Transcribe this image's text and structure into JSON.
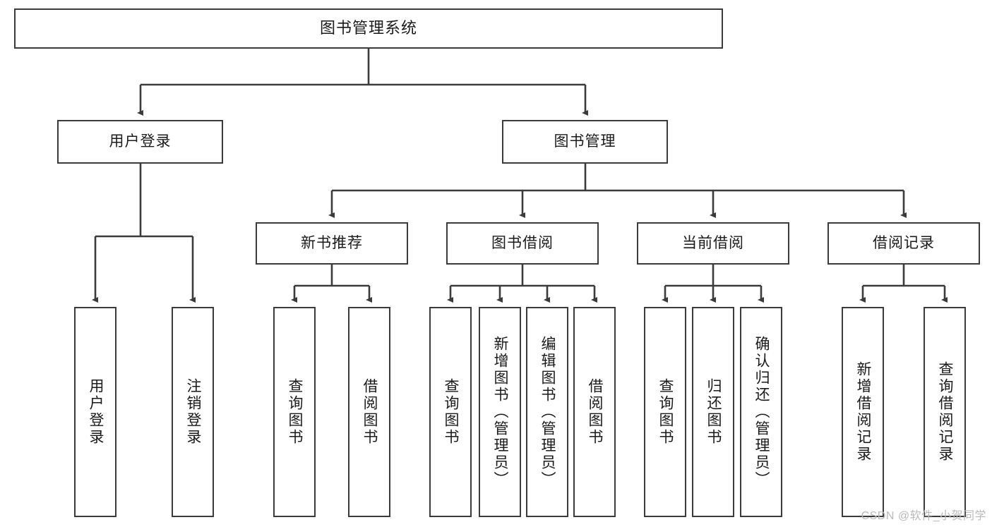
{
  "diagram": {
    "title": "图书管理系统",
    "watermark": "CSDN @软件_小贺同学",
    "line_color": "#3b3b3b",
    "box_fill": "#ffffff",
    "text_color": "#1a1a1a",
    "watermark_color": "#b9b9b9",
    "root": {
      "id": "root",
      "label": "图书管理系统"
    },
    "level2": [
      {
        "id": "user-login",
        "label": "用户登录"
      },
      {
        "id": "book-management",
        "label": "图书管理"
      }
    ],
    "level3": [
      {
        "id": "new-book-recommend",
        "label": "新书推荐",
        "parent": "book-management"
      },
      {
        "id": "book-borrow",
        "label": "图书借阅",
        "parent": "book-management"
      },
      {
        "id": "current-borrow",
        "label": "当前借阅",
        "parent": "book-management"
      },
      {
        "id": "borrow-record",
        "label": "借阅记录",
        "parent": "book-management"
      }
    ],
    "leaves": [
      {
        "id": "leaf-user-login",
        "label": "用户登录",
        "parent": "user-login"
      },
      {
        "id": "leaf-user-logout",
        "label": "注销登录",
        "parent": "user-login"
      },
      {
        "id": "leaf-query-book-1",
        "label": "查询图书",
        "parent": "new-book-recommend"
      },
      {
        "id": "leaf-borrow-book-1",
        "label": "借阅图书",
        "parent": "new-book-recommend"
      },
      {
        "id": "leaf-query-book-2",
        "label": "查询图书",
        "parent": "book-borrow"
      },
      {
        "id": "leaf-add-book",
        "label": "新增图书（管理员）",
        "parent": "book-borrow"
      },
      {
        "id": "leaf-edit-book",
        "label": "编辑图书（管理员）",
        "parent": "book-borrow"
      },
      {
        "id": "leaf-borrow-book-2",
        "label": "借阅图书",
        "parent": "book-borrow"
      },
      {
        "id": "leaf-query-book-3",
        "label": "查询图书",
        "parent": "current-borrow"
      },
      {
        "id": "leaf-return-book",
        "label": "归还图书",
        "parent": "current-borrow"
      },
      {
        "id": "leaf-confirm-return",
        "label": "确认归还（管理员）",
        "parent": "current-borrow"
      },
      {
        "id": "leaf-add-record",
        "label": "新增借阅记录",
        "parent": "borrow-record"
      },
      {
        "id": "leaf-query-record",
        "label": "查询借阅记录",
        "parent": "borrow-record"
      }
    ]
  }
}
